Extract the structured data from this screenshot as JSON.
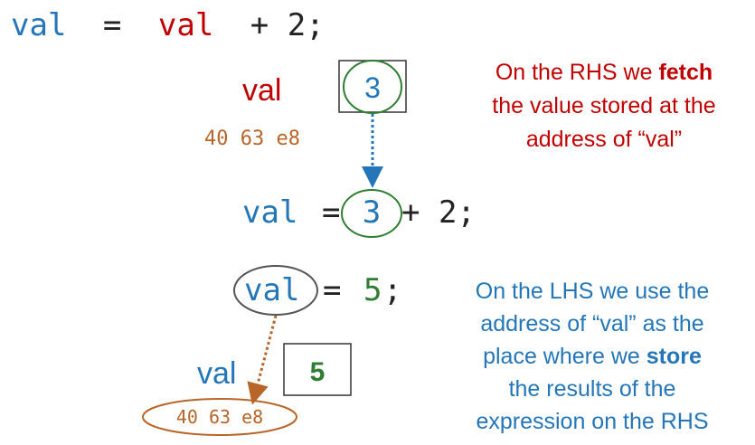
{
  "colors": {
    "blue": "#2476b8",
    "red": "#c00000",
    "orange": "#b8652a",
    "green": "#2e7d32",
    "dark": "#222222",
    "grey": "#555555"
  },
  "line1": {
    "var": "val",
    "eq": "=",
    "rhs_var": "val",
    "rest": "+ 2;"
  },
  "memory_top": {
    "label": "val",
    "value": "3",
    "address": "40 63 e8"
  },
  "line2": {
    "var": "val",
    "eq": "=",
    "value": "3",
    "rest": "+ 2;"
  },
  "line3": {
    "var": "val",
    "eq": "=",
    "value": "5",
    "semi": ";"
  },
  "memory_bottom": {
    "label": "val",
    "value": "5",
    "address": "40 63 e8"
  },
  "note_rhs": {
    "line1_pre": "On the RHS we ",
    "line1_bold": "fetch",
    "line2": "the value stored at the",
    "line3": "address of “val”"
  },
  "note_lhs": {
    "line1": "On the LHS we use the",
    "line2": "address of “val” as the",
    "line3_pre": "place where we ",
    "line3_bold": "store",
    "line4": "the results of the",
    "line5": "expression on the RHS"
  }
}
